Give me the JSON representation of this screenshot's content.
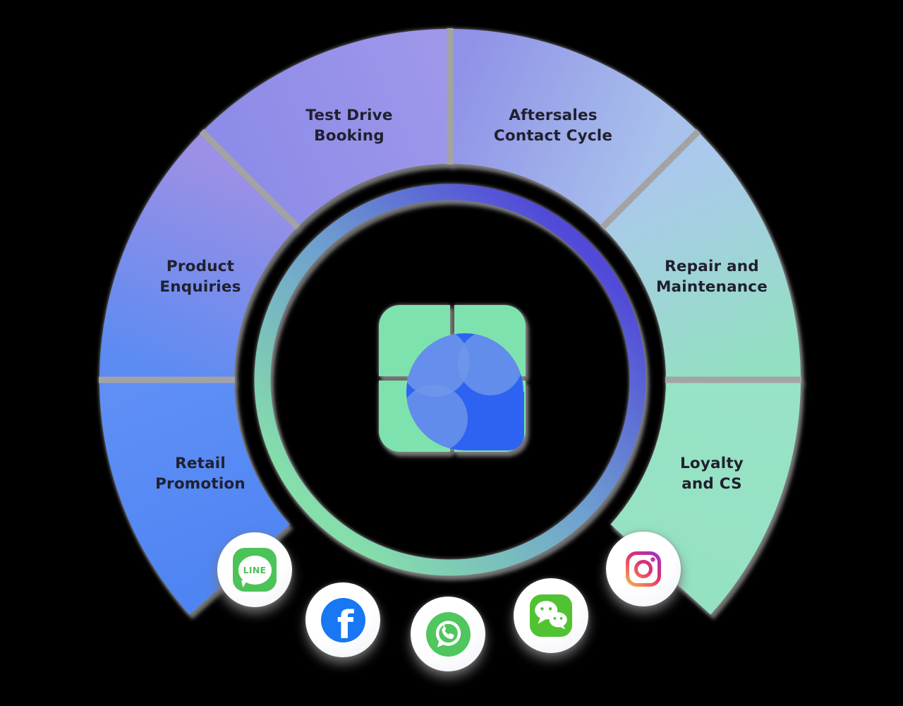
{
  "background_color": "#000000",
  "wheel": {
    "description": "customer-journey-wheel",
    "label_color": "#20202f",
    "divider_color": "#a3a3a3",
    "divider_angles": [
      180,
      225,
      270,
      315,
      360
    ],
    "segments": [
      {
        "id": "retail-promotion",
        "label": "Retail\nPromotion",
        "start": 138,
        "end": 180,
        "colors": [
          "#4f85f3",
          "#5f8ff5"
        ]
      },
      {
        "id": "product-enquiries",
        "label": "Product\nEnquiries",
        "start": 180,
        "end": 225,
        "colors": [
          "#5b8bf3",
          "#9b90e5"
        ]
      },
      {
        "id": "test-drive-booking",
        "label": "Test Drive\nBooking",
        "start": 225,
        "end": 270,
        "colors": [
          "#8d8ce8",
          "#9e97ea"
        ]
      },
      {
        "id": "aftersales-contact-cycle",
        "label": "Aftersales\nContact Cycle",
        "start": 270,
        "end": 315,
        "colors": [
          "#9092e7",
          "#a9c2ec"
        ]
      },
      {
        "id": "repair-and-maintenance",
        "label": "Repair and\nMaintenance",
        "start": 315,
        "end": 360,
        "colors": [
          "#abc9ec",
          "#92e0c1"
        ]
      },
      {
        "id": "loyalty-and-cs",
        "label": "Loyalty\nand CS",
        "start": 0,
        "end": 42,
        "colors": [
          "#98e3c6",
          "#95e2c2"
        ]
      }
    ],
    "ring": {
      "gradient": [
        "#86dfaa",
        "#6fa0cf",
        "#5149d8"
      ]
    },
    "logo": {
      "name": "sleekflow-flower-logo",
      "petal_green": "#7ee2ae",
      "blob_blue": "#2e63f1",
      "blob_light_blue": "#6f97ea"
    }
  },
  "channels": [
    {
      "name": "line",
      "label": "LINE",
      "color": "#4cc359"
    },
    {
      "name": "facebook",
      "glyph": "f",
      "color": "#1877f2"
    },
    {
      "name": "whatsapp",
      "color": "#4fc65e"
    },
    {
      "name": "wechat",
      "color": "#51c332"
    },
    {
      "name": "instagram",
      "gradient": [
        "#f8a64d",
        "#e1306c",
        "#9b30c9"
      ],
      "dot_color": "#cb2fae"
    }
  ]
}
